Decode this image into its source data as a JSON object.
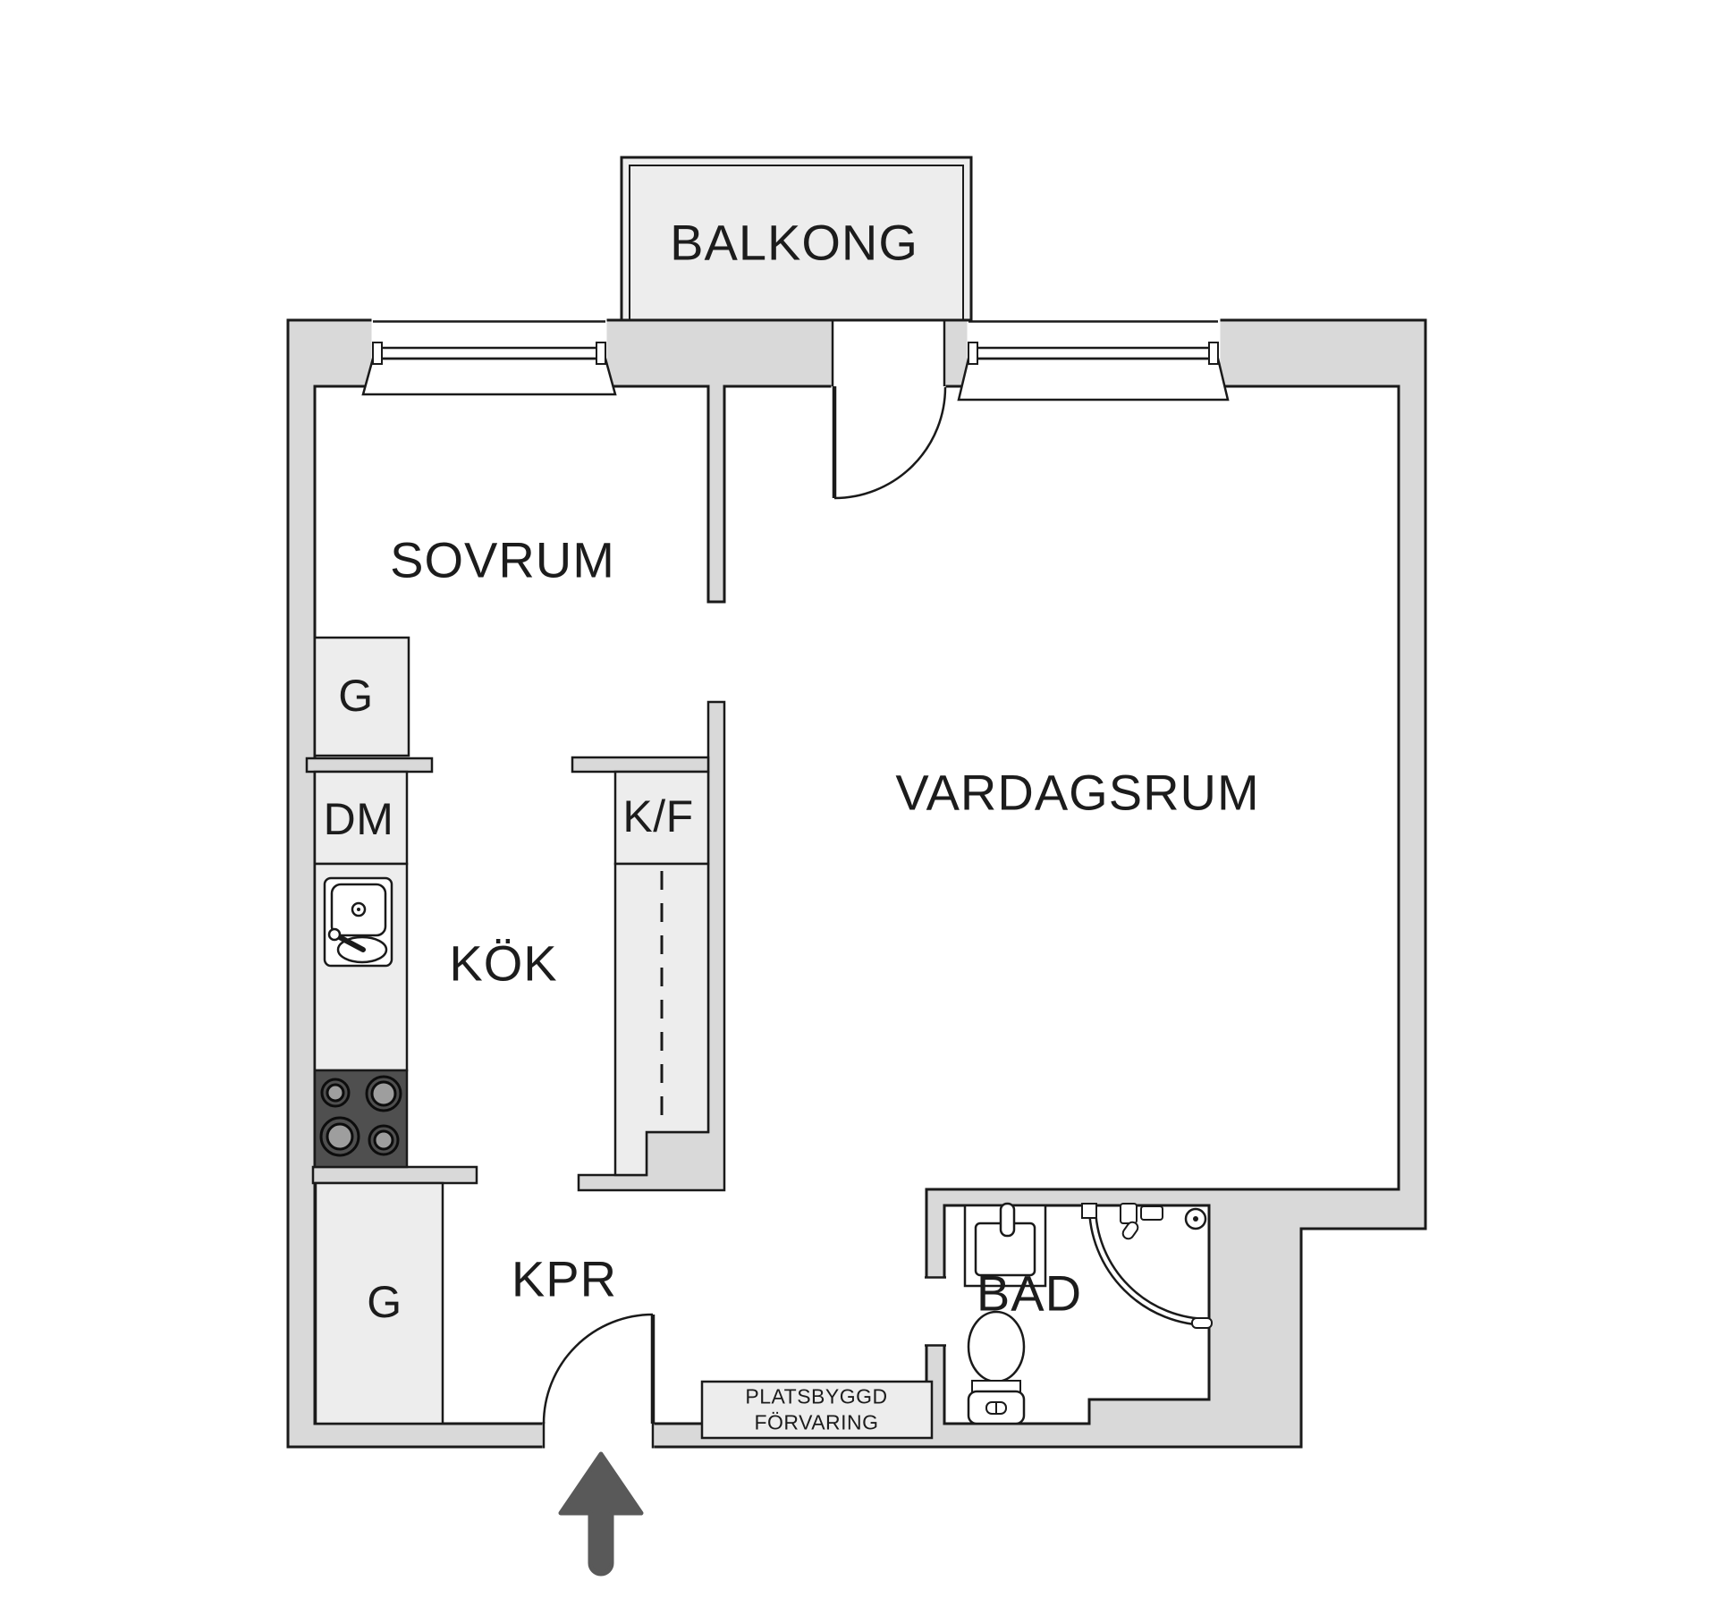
{
  "title": "Apartment floor plan (1 rok)",
  "labels": {
    "balcony": "BALKONG",
    "bedroom": "SOVRUM",
    "living_room": "VARDAGSRUM",
    "kitchen": "KÖK",
    "hall": "KPR",
    "bathroom": "BAD",
    "wardrobe_upper": "G",
    "dishwasher": "DM",
    "fridge_freezer": "K/F",
    "wardrobe_lower": "G",
    "storage_line1": "PLATSBYGGD",
    "storage_line2": "FÖRVARING"
  },
  "colors": {
    "wall_fill": "#d9d9d9",
    "line": "#1a1a1a",
    "cabinet_fill": "#ededed",
    "stove_fill": "#4f4f4f",
    "burner_fill": "#9e9e9e",
    "arrow": "#595959",
    "background": "#ffffff"
  },
  "icons": [
    "entry-arrow-icon",
    "door-swing-icon",
    "window-icon",
    "sink-icon",
    "stove-icon",
    "toilet-icon",
    "washbasin-icon",
    "shower-icon"
  ]
}
